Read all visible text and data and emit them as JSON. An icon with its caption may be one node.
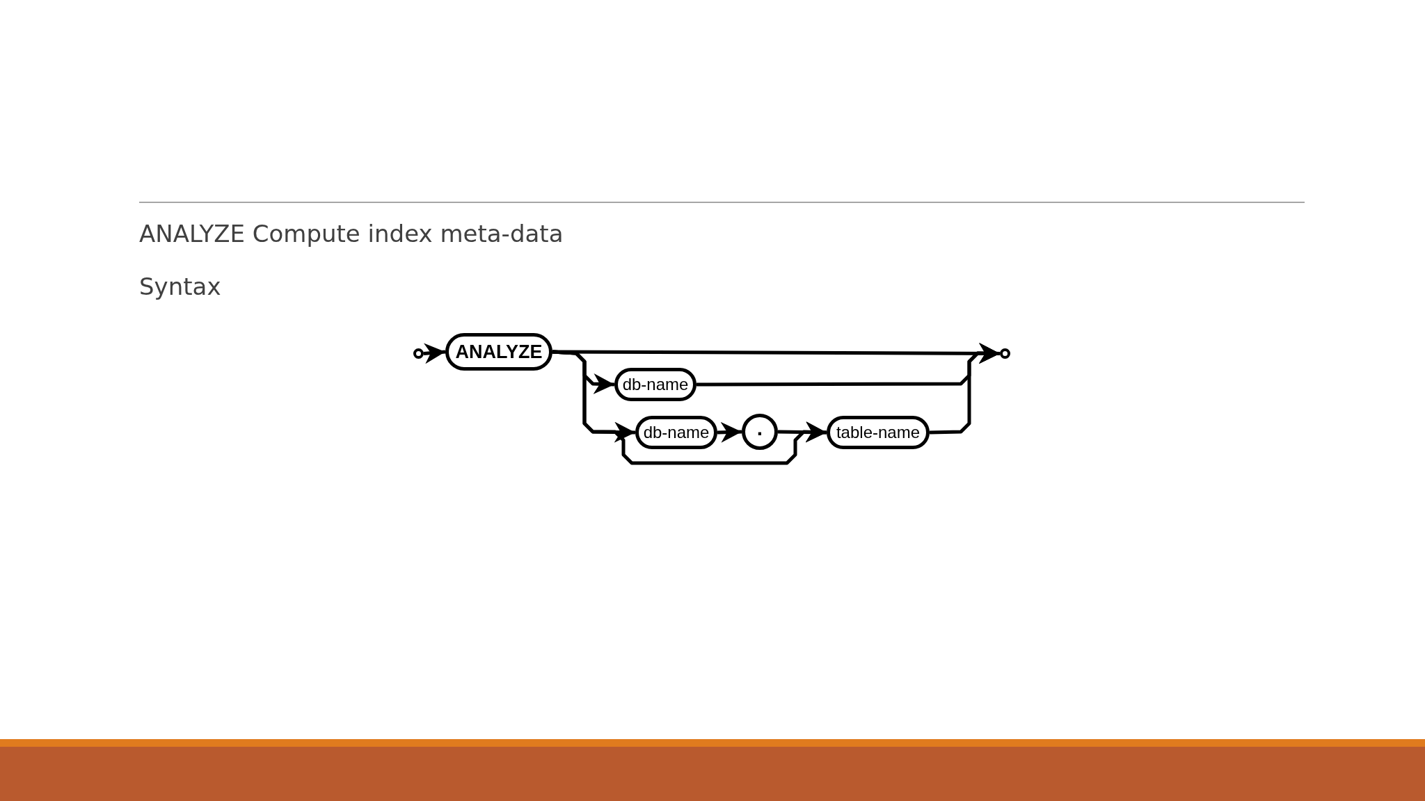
{
  "diagram": {
    "nodes": [
      {
        "text": [],
        "shape": "circle"
      },
      {
        "text": [
          "ANALYZE"
        ]
      },
      {
        "text": [
          "db-name"
        ]
      },
      {
        "text": [
          "db-name"
        ]
      },
      {
        "text": [
          "."
        ]
      },
      {
        "text": [
          "table-name"
        ]
      },
      {
        "text": [],
        "shape": "circle"
      }
    ],
    "edges": [
      {
        "from": 0,
        "to": 1,
        "arrow": "to"
      },
      {
        "from": 1,
        "to": 6,
        "arrow": "to"
      },
      {
        "from": 1,
        "to": 2,
        "arrow": "to"
      },
      {
        "from": 2,
        "to": 6,
        "arrow": "to"
      },
      {
        "from": 1,
        "to": 3,
        "arrow": "to"
      },
      {
        "from": 1,
        "to": 5,
        "arrow": "to"
      },
      {
        "from": 3,
        "to": 4,
        "arrow": "to"
      },
      {
        "from": 4,
        "to": 5,
        "arrow": "to"
      },
      {
        "from": 5,
        "to": 6,
        "arrow": "to"
      }
    ],
    "labels": [
      "ANALYZE Compute index meta-data",
      "Syntax"
    ]
  }
}
